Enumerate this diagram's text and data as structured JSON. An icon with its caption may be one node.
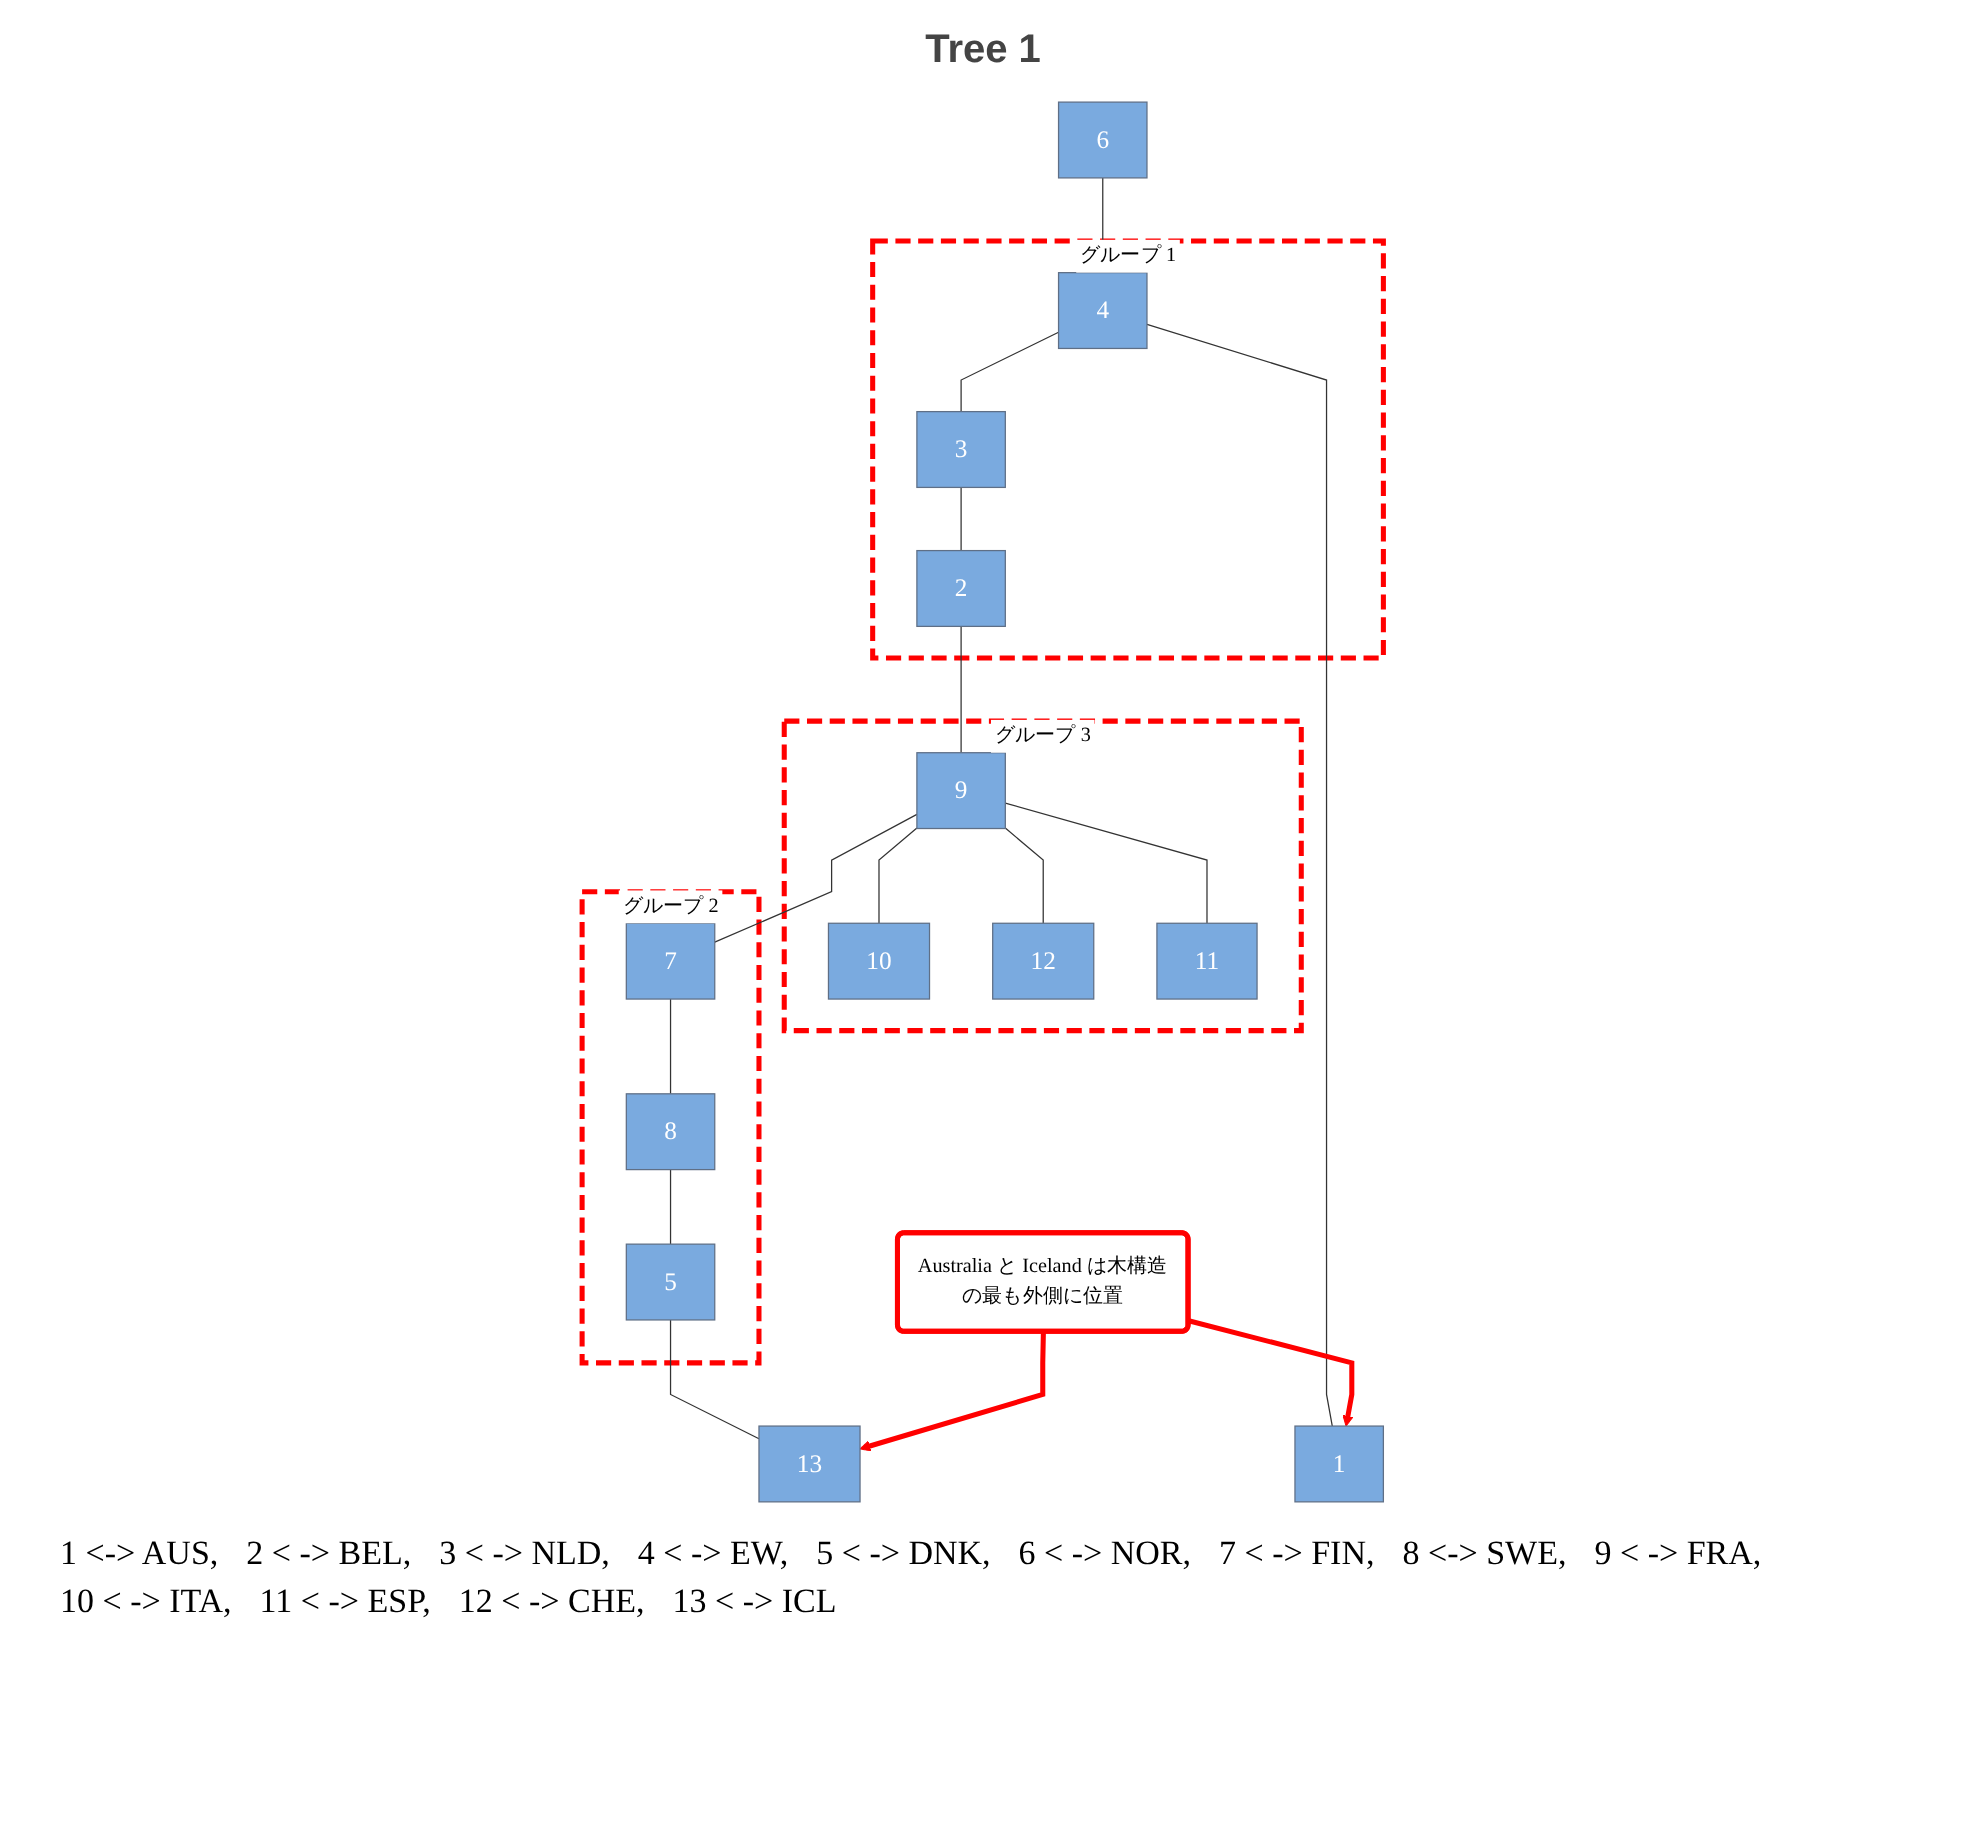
{
  "diagram": {
    "title": "Tree 1",
    "nodes": [
      {
        "text": [
          "グループ 1"
        ]
      },
      {
        "text": [
          "6"
        ]
      },
      {
        "text": [
          "3"
        ],
        "in": 0
      },
      {
        "text": [
          "2"
        ],
        "in": 0
      },
      {
        "text": [
          "4"
        ],
        "in": 0
      },
      {
        "text": [
          "グループ 3"
        ]
      },
      {
        "text": [
          "10"
        ],
        "in": 5
      },
      {
        "text": [
          "1"
        ]
      },
      {
        "text": [
          "9"
        ],
        "in": 5
      },
      {
        "text": [
          "12"
        ],
        "in": 5
      },
      {
        "text": [
          "Australia と Iceland は木構造の最も外側に位置"
        ]
      },
      {
        "text": [
          "グループ 2"
        ]
      },
      {
        "text": [
          "11"
        ],
        "in": 5
      },
      {
        "text": [
          "7"
        ],
        "in": 11
      },
      {
        "text": [
          "8"
        ],
        "in": 11
      },
      {
        "text": [
          "13"
        ]
      },
      {
        "text": [
          "5"
        ],
        "in": 11
      }
    ],
    "edges": [
      {
        "from": 1,
        "to": 4,
        "arrow": "none"
      },
      {
        "from": 4,
        "to": 2,
        "arrow": "none"
      },
      {
        "from": 2,
        "to": 3,
        "arrow": "none"
      },
      {
        "from": 4,
        "to": 7,
        "arrow": "none"
      },
      {
        "from": 3,
        "to": 8,
        "arrow": "none"
      },
      {
        "from": 8,
        "to": 6,
        "arrow": "none"
      },
      {
        "from": 8,
        "to": 9,
        "arrow": "none"
      },
      {
        "from": 8,
        "to": 12,
        "arrow": "none"
      },
      {
        "from": 8,
        "to": 13,
        "arrow": "none"
      },
      {
        "from": 13,
        "to": 14,
        "arrow": "none"
      },
      {
        "from": 14,
        "to": 16,
        "arrow": "none"
      },
      {
        "from": 16,
        "to": 15,
        "arrow": "none"
      },
      {
        "from": 10,
        "to": 7,
        "arrow": "to",
        "style": "thick",
        "color": "#ff0000"
      },
      {
        "from": 10,
        "to": 15,
        "arrow": "to",
        "style": "thick",
        "color": "#ff0000"
      }
    ],
    "labels": [
      "1 <-> AUS,",
      "2 < -> BEL,",
      "3 < -> NLD,",
      "4 < -> EW,",
      "5 < -> DNK,",
      "6 < -> NOR,",
      "7 < -> FIN,",
      "8 <-> SWE,",
      "9 < -> FRA,",
      "10 < -> ITA,",
      "11 < -> ESP,",
      "12 < -> CHE,",
      "13 < -> ICL"
    ]
  }
}
